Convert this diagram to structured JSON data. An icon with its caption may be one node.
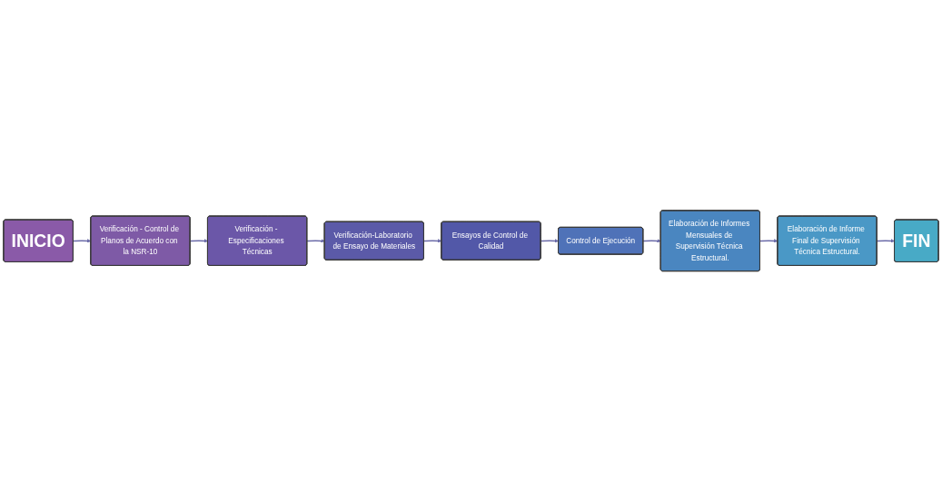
{
  "diagram": {
    "nodes": [
      {
        "text": [
          "INICIO"
        ]
      },
      {
        "text": [
          "Verificación - Control de Planos de Acuerdo con la NSR-10"
        ]
      },
      {
        "text": [
          "Verificación - Especificaciones Técnicas"
        ]
      },
      {
        "text": [
          "Verificación-Laboratorio de Ensayo de Materiales"
        ]
      },
      {
        "text": [
          "Ensayos de Control de Calidad"
        ]
      },
      {
        "text": [
          "Control de Ejecución"
        ]
      },
      {
        "text": [
          "Elaboración de Informes Mensuales de Supervisión Técnica Estructural."
        ]
      },
      {
        "text": [
          "Elaboración de Informe Final de Supervisión Técnica Estructural."
        ]
      },
      {
        "text": [
          "FIN"
        ]
      }
    ],
    "edges": [
      {
        "from": 0,
        "to": 1,
        "arrow": "to"
      },
      {
        "from": 1,
        "to": 2,
        "arrow": "to"
      },
      {
        "from": 2,
        "to": 3,
        "arrow": "to"
      },
      {
        "from": 3,
        "to": 4,
        "arrow": "to"
      },
      {
        "from": 4,
        "to": 5,
        "arrow": "to"
      },
      {
        "from": 5,
        "to": 6,
        "arrow": "to"
      },
      {
        "from": 6,
        "to": 7,
        "arrow": "to"
      },
      {
        "from": 7,
        "to": 8,
        "arrow": "to"
      }
    ]
  }
}
